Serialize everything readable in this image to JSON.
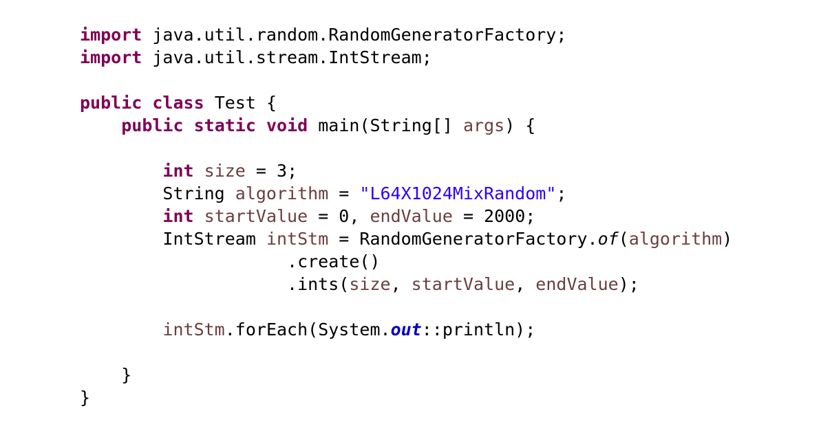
{
  "editor": {
    "language": "java",
    "token_colors": {
      "keyword": "#7f0055",
      "local_variable": "#6a3e3e",
      "string_literal": "#2a00ff",
      "static_field": "#0000c0",
      "plain": "#000000",
      "background": "#ffffff"
    },
    "lines": [
      [
        {
          "t": "import",
          "c": "kw"
        },
        {
          "t": " java.util.random.RandomGeneratorFactory;",
          "c": "plain"
        }
      ],
      [
        {
          "t": "import",
          "c": "kw"
        },
        {
          "t": " java.util.stream.IntStream;",
          "c": "plain"
        }
      ],
      [],
      [
        {
          "t": "public",
          "c": "kw"
        },
        {
          "t": " ",
          "c": "plain"
        },
        {
          "t": "class",
          "c": "kw"
        },
        {
          "t": " Test {",
          "c": "plain"
        }
      ],
      [
        {
          "t": "    ",
          "c": "plain"
        },
        {
          "t": "public",
          "c": "kw"
        },
        {
          "t": " ",
          "c": "plain"
        },
        {
          "t": "static",
          "c": "kw"
        },
        {
          "t": " ",
          "c": "plain"
        },
        {
          "t": "void",
          "c": "kw"
        },
        {
          "t": " main(String[] ",
          "c": "plain"
        },
        {
          "t": "args",
          "c": "var"
        },
        {
          "t": ") {",
          "c": "plain"
        }
      ],
      [],
      [
        {
          "t": "        ",
          "c": "plain"
        },
        {
          "t": "int",
          "c": "kw"
        },
        {
          "t": " ",
          "c": "plain"
        },
        {
          "t": "size",
          "c": "var"
        },
        {
          "t": " = 3;",
          "c": "plain"
        }
      ],
      [
        {
          "t": "        String ",
          "c": "plain"
        },
        {
          "t": "algorithm",
          "c": "var"
        },
        {
          "t": " = ",
          "c": "plain"
        },
        {
          "t": "\"L64X1024MixRandom\"",
          "c": "str"
        },
        {
          "t": ";",
          "c": "plain"
        }
      ],
      [
        {
          "t": "        ",
          "c": "plain"
        },
        {
          "t": "int",
          "c": "kw"
        },
        {
          "t": " ",
          "c": "plain"
        },
        {
          "t": "startValue",
          "c": "var"
        },
        {
          "t": " = 0, ",
          "c": "plain"
        },
        {
          "t": "endValue",
          "c": "var"
        },
        {
          "t": " = 2000;",
          "c": "plain"
        }
      ],
      [
        {
          "t": "        IntStream ",
          "c": "plain"
        },
        {
          "t": "intStm",
          "c": "var"
        },
        {
          "t": " = RandomGeneratorFactory.",
          "c": "plain"
        },
        {
          "t": "of",
          "c": "italic"
        },
        {
          "t": "(",
          "c": "plain"
        },
        {
          "t": "algorithm",
          "c": "var"
        },
        {
          "t": ")",
          "c": "plain"
        }
      ],
      [
        {
          "t": "                    .create()",
          "c": "plain"
        }
      ],
      [
        {
          "t": "                    .ints(",
          "c": "plain"
        },
        {
          "t": "size",
          "c": "var"
        },
        {
          "t": ", ",
          "c": "plain"
        },
        {
          "t": "startValue",
          "c": "var"
        },
        {
          "t": ", ",
          "c": "plain"
        },
        {
          "t": "endValue",
          "c": "var"
        },
        {
          "t": ");",
          "c": "plain"
        }
      ],
      [],
      [
        {
          "t": "        ",
          "c": "plain"
        },
        {
          "t": "intStm",
          "c": "var"
        },
        {
          "t": ".forEach(System.",
          "c": "plain"
        },
        {
          "t": "out",
          "c": "field"
        },
        {
          "t": "::println);",
          "c": "plain"
        }
      ],
      [],
      [
        {
          "t": "    }",
          "c": "plain"
        }
      ],
      [
        {
          "t": "}",
          "c": "plain"
        }
      ]
    ]
  }
}
